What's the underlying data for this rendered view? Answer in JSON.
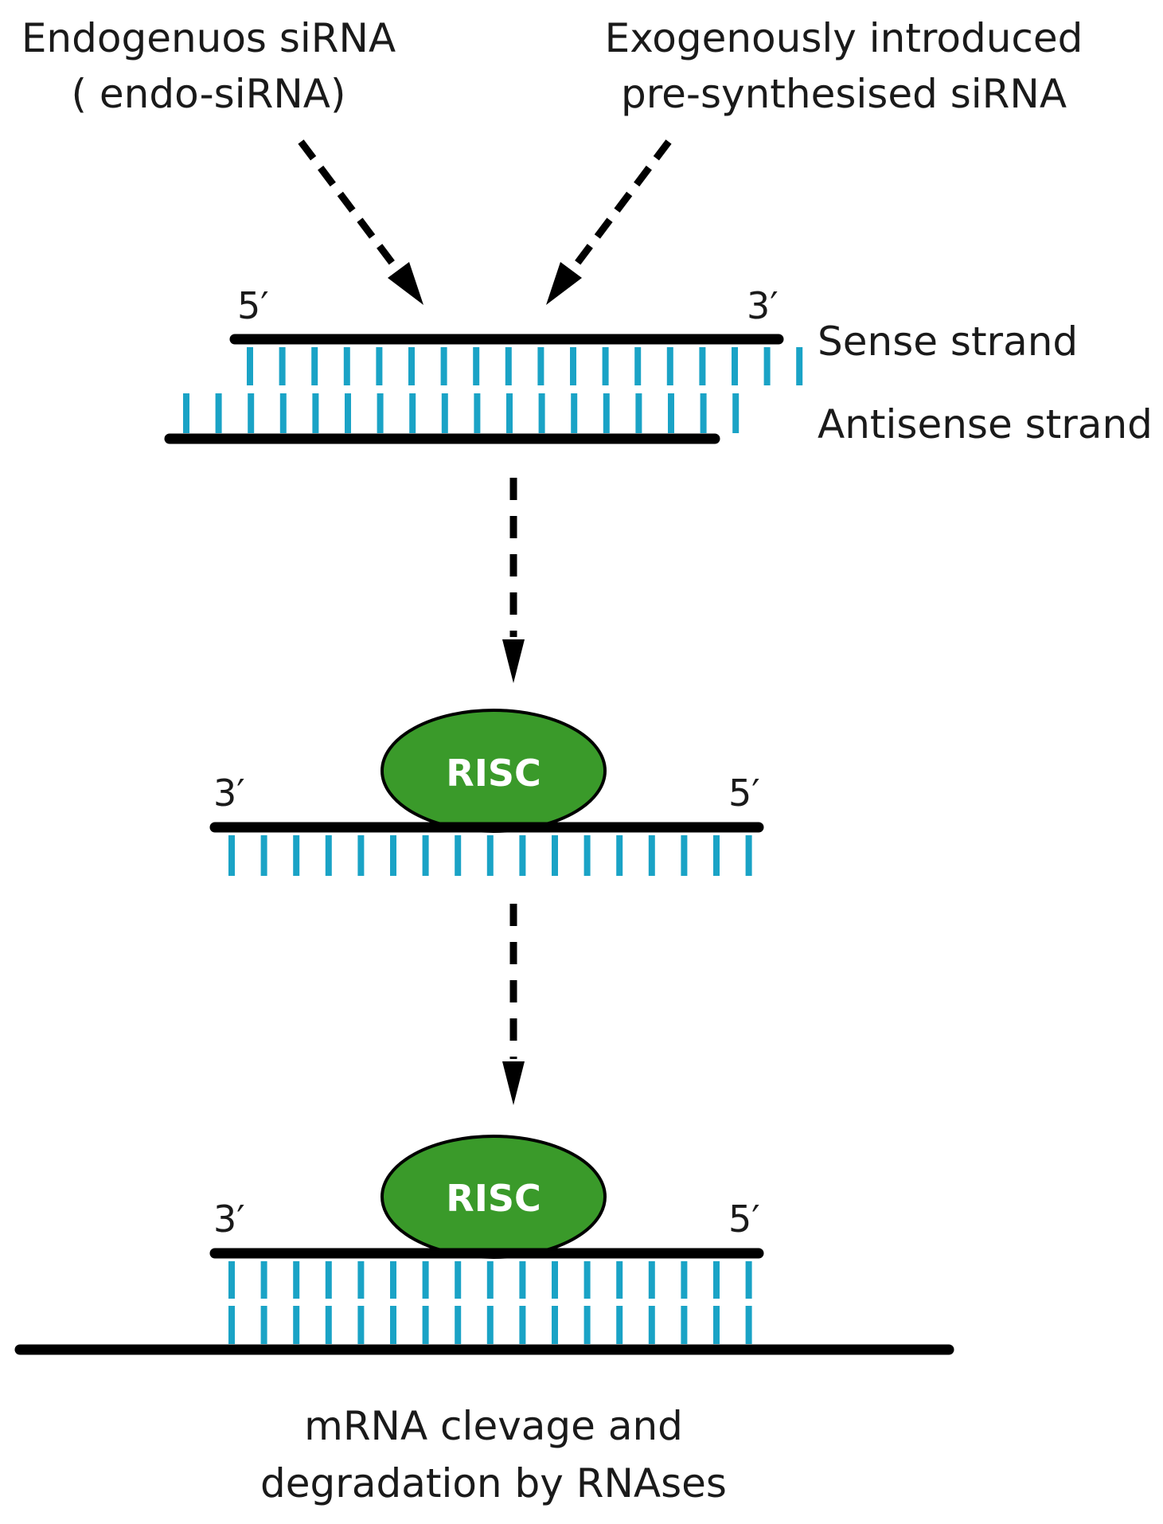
{
  "sources": {
    "endogenous_line1": "Endogenuos siRNA",
    "endogenous_line2": "( endo-siRNA)",
    "exogenous_line1": "Exogenously introduced",
    "exogenous_line2": "pre-synthesised siRNA"
  },
  "duplex": {
    "sense_five_prime": "5′",
    "sense_three_prime": "3′",
    "sense_label": "Sense strand",
    "antisense_label": "Antisense strand"
  },
  "risc_loaded": {
    "complex_label": "RISC",
    "left_end": "3′",
    "right_end": "5′"
  },
  "risc_target": {
    "complex_label": "RISC",
    "left_end": "3′",
    "right_end": "5′"
  },
  "outcome": {
    "line1": "mRNA clevage and",
    "line2": "degradation by RNAses"
  },
  "colors": {
    "strand": "#000000",
    "base": "#1aa3c6",
    "risc_fill": "#3a9a2a",
    "risc_text": "#ffffff"
  }
}
